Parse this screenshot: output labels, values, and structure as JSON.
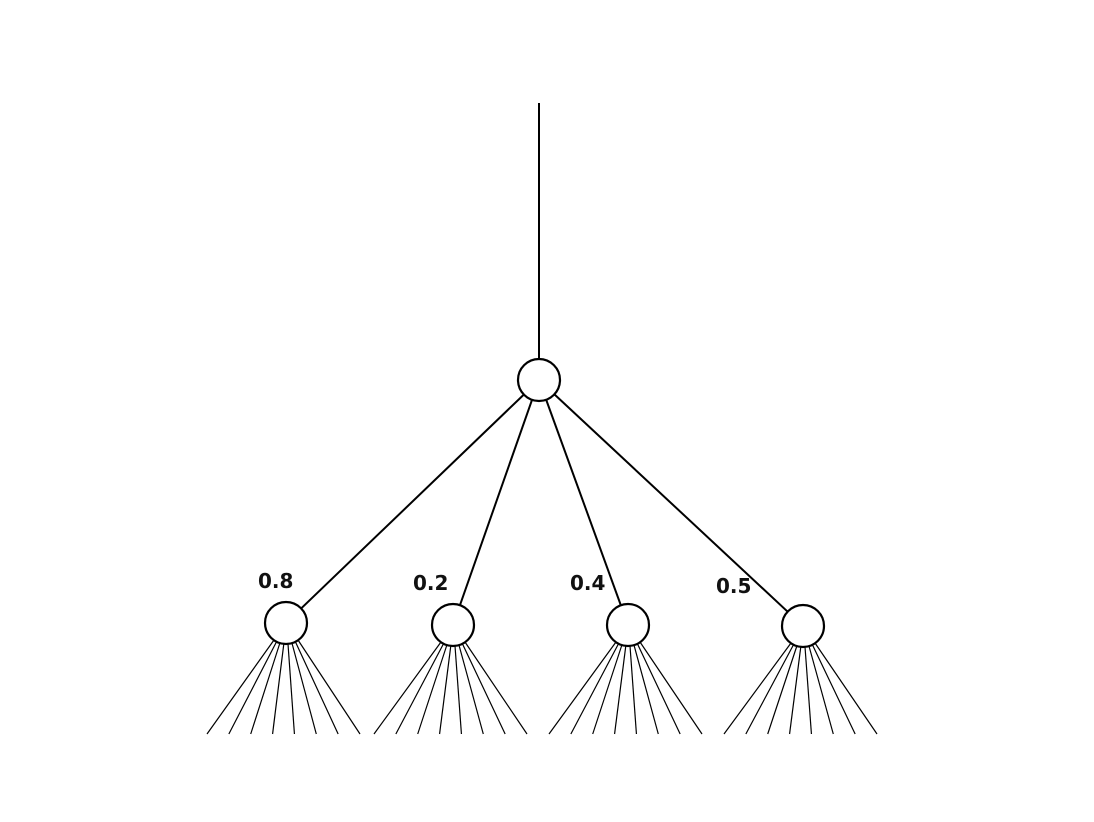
{
  "diagram": {
    "type": "tree",
    "root": {
      "id": "root"
    },
    "children": [
      {
        "id": "child-1",
        "edge_label": "0.8",
        "leaf_branches": 8
      },
      {
        "id": "child-2",
        "edge_label": "0.2",
        "leaf_branches": 8
      },
      {
        "id": "child-3",
        "edge_label": "0.4",
        "leaf_branches": 8
      },
      {
        "id": "child-4",
        "edge_label": "0.5",
        "leaf_branches": 8
      }
    ],
    "colors": {
      "stroke": "#000000",
      "background": "#ffffff"
    }
  }
}
